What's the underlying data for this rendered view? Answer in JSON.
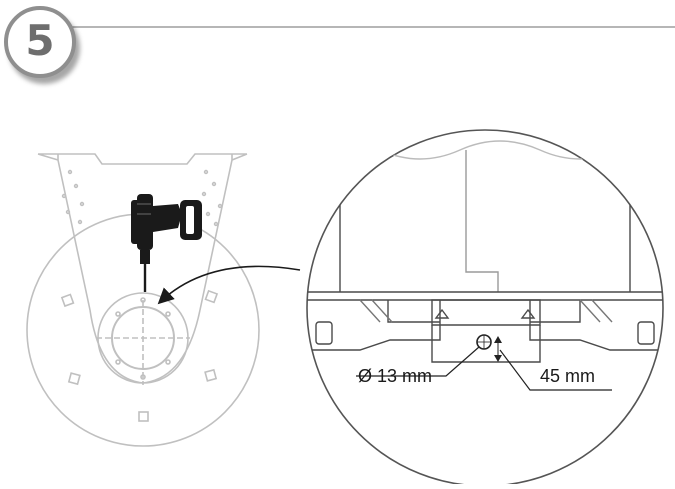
{
  "step": {
    "number": "5"
  },
  "dimensions": {
    "hole_diameter": "Ø 13 mm",
    "hole_height": "45 mm"
  },
  "icons": [
    "drill-icon",
    "arrow-icon"
  ],
  "colors": {
    "line_light": "#b9b9b9",
    "line_dark": "#4a4a4a",
    "badge_border": "#8f8f8f",
    "drill": "#1a1a1a"
  }
}
